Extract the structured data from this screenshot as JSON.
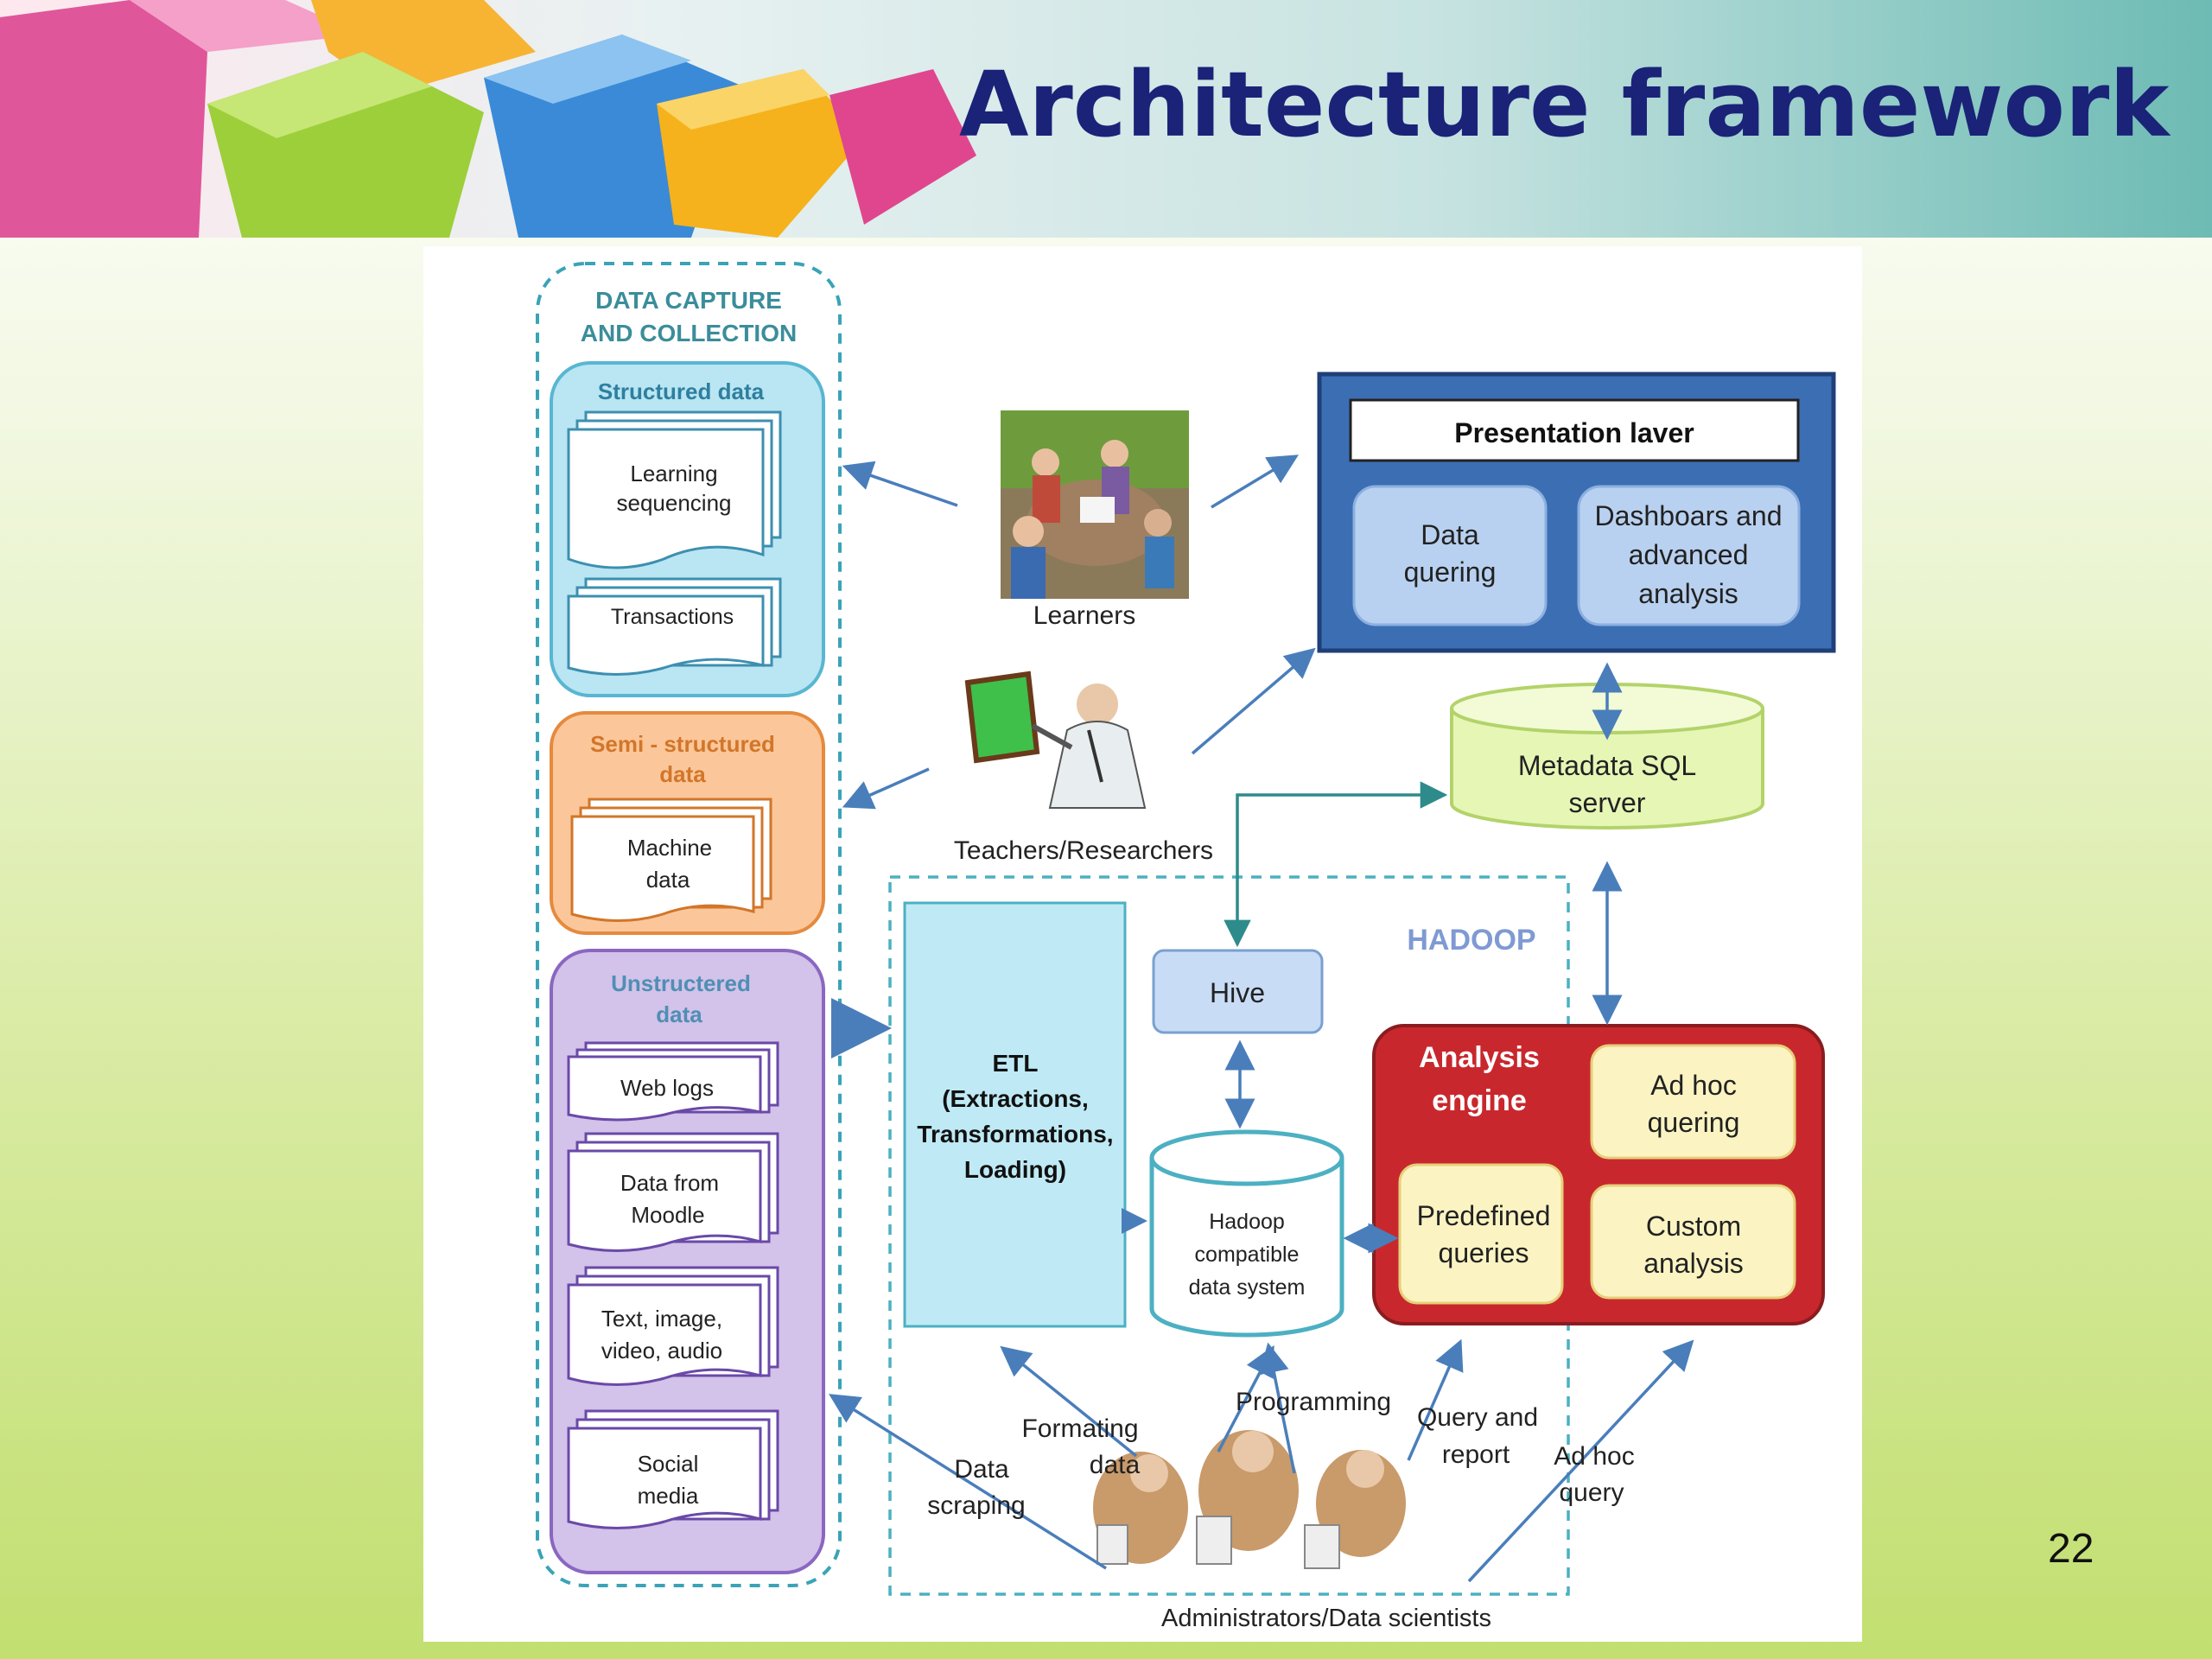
{
  "title": "Architecture framework",
  "page_number": "22",
  "capture": {
    "heading_line1": "DATA CAPTURE",
    "heading_line2": "AND COLLECTION",
    "structured": {
      "title": "Structured data",
      "doc1_line1": "Learning",
      "doc1_line2": "sequencing",
      "doc2": "Transactions"
    },
    "semi": {
      "title_line1": "Semi - structured",
      "title_line2": "data",
      "doc_line1": "Machine",
      "doc_line2": "data"
    },
    "unstructured": {
      "title_line1": "Unstructered",
      "title_line2": "data",
      "doc1": "Web logs",
      "doc2_line1": "Data from",
      "doc2_line2": "Moodle",
      "doc3_line1": "Text, image,",
      "doc3_line2": "video, audio",
      "doc4_line1": "Social",
      "doc4_line2": "media"
    }
  },
  "actors": {
    "learners": "Learners",
    "teachers": "Teachers/Researchers",
    "admins": "Administrators/Data scientists"
  },
  "presentation": {
    "title": "Presentation laver",
    "data_line1": "Data",
    "data_line2": "quering",
    "dash_line1": "Dashboars and",
    "dash_line2": "advanced",
    "dash_line3": "analysis"
  },
  "metadata": {
    "line1": "Metadata SQL",
    "line2": "server"
  },
  "hadoop": {
    "label": "HADOOP",
    "hive": "Hive",
    "etl_line1": "ETL",
    "etl_line2": "(Extractions,",
    "etl_line3": "Transformations,",
    "etl_line4": "Loading)",
    "hdfs_line1": "Hadoop",
    "hdfs_line2": "compatible",
    "hdfs_line3": "data system"
  },
  "analysis": {
    "title_line1": "Analysis",
    "title_line2": "engine",
    "adhoc_line1": "Ad hoc",
    "adhoc_line2": "quering",
    "predef_line1": "Predefined",
    "predef_line2": "queries",
    "custom_line1": "Custom",
    "custom_line2": "analysis"
  },
  "flows": {
    "scraping_line1": "Data",
    "scraping_line2": "scraping",
    "formating_line1": "Formating",
    "formating_line2": "data",
    "programming": "Programming",
    "query_line1": "Query and",
    "query_line2": "report",
    "adhoc_line1": "Ad hoc",
    "adhoc_line2": "query"
  },
  "colors": {
    "title": "#1a2378",
    "structured": "#b9e6f2",
    "semi": "#fbc79a",
    "unstructured": "#d3c2e9",
    "presentation": "#3c6eb4",
    "analysis": "#c8282d",
    "metadata": "#e6f6b5",
    "etl": "#bfeaf5",
    "arrow": "#4a7ebb"
  }
}
